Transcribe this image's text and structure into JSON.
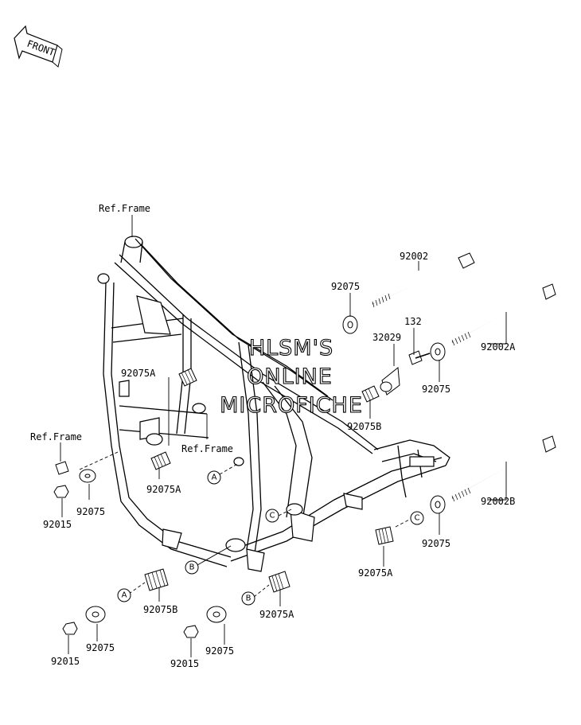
{
  "direction_arrow": {
    "label": "FRONT"
  },
  "watermark": {
    "line1": "HLSM'S",
    "line2": "ONLINE",
    "line3": "MICROFICHE"
  },
  "labels": {
    "ref_frame_top": "Ref.Frame",
    "ref_frame_left": "Ref.Frame",
    "ref_frame_mid": "Ref.Frame",
    "p92002": "92002",
    "p92002A": "92002A",
    "p92002B": "92002B",
    "p92075_top": "92075",
    "p132": "132",
    "p32029": "32029",
    "p92075_right": "92075",
    "p92075B_right": "92075B",
    "p92075A_upper": "92075A",
    "p92075A_mid": "92075A",
    "p92075_left": "92075",
    "p92015_left": "92015",
    "p92075A_right": "92075A",
    "p92075_lower_right": "92075",
    "p92075B_bottom": "92075B",
    "p92075A_bottom": "92075A",
    "p92075_bottom_left": "92075",
    "p92015_bottom_left": "92015",
    "p92075_bottom_mid": "92075",
    "p92015_bottom_mid": "92015"
  },
  "callouts": {
    "A_frame": "A",
    "B_frame": "B",
    "C_frame": "C",
    "C_right": "C",
    "A_bottom": "A",
    "B_bottom": "B"
  }
}
